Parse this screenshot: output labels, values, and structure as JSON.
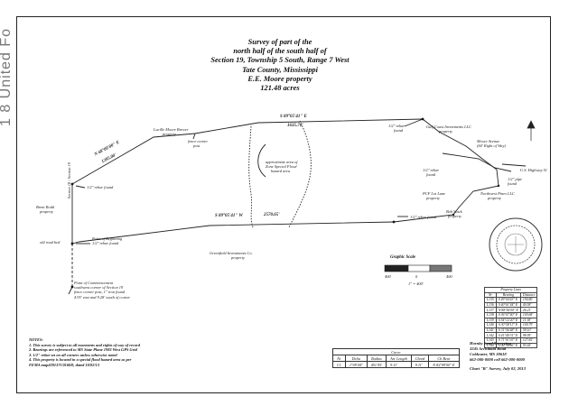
{
  "edge_text": "1 8 United Fo",
  "title_lines": [
    "Survey of part of the",
    "north half of the south half of",
    "Section 19, Township 5 South, Range 7 West",
    "Tate County, Mississippi",
    "E.E. Moore property",
    "121.48 acres"
  ],
  "labels": {
    "neighbor_nw": "Lucille Moore Brewer",
    "neighbor_nw_sub": "property",
    "fence_corner": "fence corner",
    "fence_corner_sub": "post",
    "bearing_top": "S 89°05'41\" E",
    "dist_top": "1635.70'",
    "bearing_nw": "N 68°00'00\" E",
    "dist_nw": "1285.00'",
    "rebar_top": "1/2\" rebar",
    "rebar_top_sub": "found",
    "gulf_coast": "Gulf Coast Investments LLC",
    "gulf_coast_sub": "property",
    "flood_area": "approximate area of",
    "flood_area_2": "Zone Special Flood",
    "flood_area_3": "hazard area",
    "rebar_left": "1/2\" rebar found",
    "brent_rodd": "Brent Rodd",
    "brent_rodd_sub": "property",
    "section_lines": "Section 18 / Section 19",
    "old_road": "old road bed",
    "pob": "Point of Beginning",
    "pob_sub": "1/2\" rebar found",
    "bearing_bottom": "S 89°05'41\" W",
    "dist_bottom": "2570.65'",
    "bottom_owner": "Greenfield Investments Co.",
    "bottom_owner_sub": "property",
    "poc_1": "Point of Commencement",
    "poc_2": "southwest corner of Section 19",
    "poc_3": "fence corner post, 1\" iron found",
    "poc_4": "4.95' east and 9.28' south of corner",
    "rebar_mid": "1/2\" rebar",
    "rebar_mid_sub": "found",
    "pcf_lane": "PCF Lot Lane",
    "pcf_lane_sub": "property",
    "rebar_low": "1/2\" rebar found",
    "bob_stack": "Bob Stack",
    "bob_stack_sub": "property",
    "moore_avenue": "Moore Avenue",
    "moore_avenue_sub": "(60' Right of Way)",
    "highway": "U.S. Highway 51",
    "northwest_pines": "Northwest Pines LLC",
    "northwest_pines_sub": "property",
    "rebar_right": "1/2\" pipe",
    "rebar_right_sub": "found"
  },
  "scale": {
    "title": "Graphic Scale",
    "left": "400",
    "center": "0",
    "right": "400",
    "ratio": "1\" = 400'"
  },
  "notes": {
    "heading": "NOTES:",
    "items": [
      "1. This survey is subject to all easements and rights of way of record",
      "2. Bearings are referenced to MS State Plane 1983 West GPS Grid",
      "3. 1/2\" rebar set on all corners unless otherwise noted",
      "4. This property is located in a special flood hazard area as per",
      "FEMA map#28137C0160D, dated 10/02/13"
    ]
  },
  "surveyor": {
    "lines": [
      "Hornby Land Surveying",
      "3245 Archibald Road",
      "Coldwater, MS 38618",
      "662-000-0000 cell 662-000-0000",
      "",
      "Chart \"B\" Survey, July 02, 2013"
    ]
  },
  "curve_table": {
    "heading": "Curve",
    "columns": [
      "Nr",
      "Delta",
      "Radius",
      "Arc Length",
      "Chord",
      "Ch Bear"
    ],
    "rows": [
      [
        "C1",
        "1°09'44\"",
        "451.95'",
        "9.11'",
        "9.11'",
        "N 82°09'00\" E"
      ]
    ]
  },
  "line_table": {
    "heading": "Property Lines",
    "columns": [
      "Nr",
      "Bearing",
      "Distance"
    ],
    "rows": [
      [
        "L135",
        "S 49°04'43\" E",
        "194.80'"
      ],
      [
        "L136",
        "S 40°01'44\" E",
        "40.58'"
      ],
      [
        "L137",
        "N 88°56'00\" E",
        "26.21'"
      ],
      [
        "L138",
        "S 36°07'40\" E",
        "105.68'"
      ],
      [
        "L139",
        "S 54°12'20\" E",
        "11.18'"
      ],
      [
        "L140",
        "S 30°58'13\" E",
        "100.79'"
      ],
      [
        "L141",
        "S 31°56'48\" E",
        "59.10'"
      ],
      [
        "L142",
        "S 41°40'31\" E",
        "98.95'"
      ],
      [
        "L143",
        "S 71°01'03\" E",
        "127.82'"
      ],
      [
        "L144",
        "S 00°56'56\" E",
        "95.65'"
      ]
    ]
  }
}
